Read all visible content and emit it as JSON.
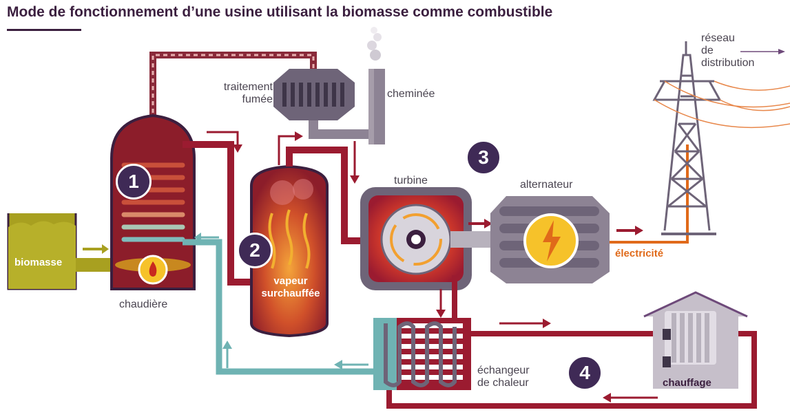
{
  "title": "Mode de fonctionnement d’une usine utilisant la biomasse comme combustible",
  "labels": {
    "traitement_line1": "traitement",
    "traitement_line2": "fumée",
    "cheminee": "cheminée",
    "reseau_line1": "réseau",
    "reseau_line2": "de",
    "reseau_line3": "distribution",
    "biomasse": "biomasse",
    "chaudiere": "chaudière",
    "vapeur_line1": "vapeur",
    "vapeur_line2": "surchauffée",
    "turbine": "turbine",
    "alternateur": "alternateur",
    "electricite": "électricité",
    "echangeur_line1": "échangeur",
    "echangeur_line2": "de chaleur",
    "chauffage": "chauffage"
  },
  "steps": [
    "1",
    "2",
    "3",
    "4"
  ],
  "colors": {
    "hot_pipe": "#9b1b30",
    "cool_pipe": "#6fb3b3",
    "badge": "#3f2a56",
    "biomass": "#a8a020",
    "electricity": "#e06a1a",
    "machine": "#6e6478"
  }
}
